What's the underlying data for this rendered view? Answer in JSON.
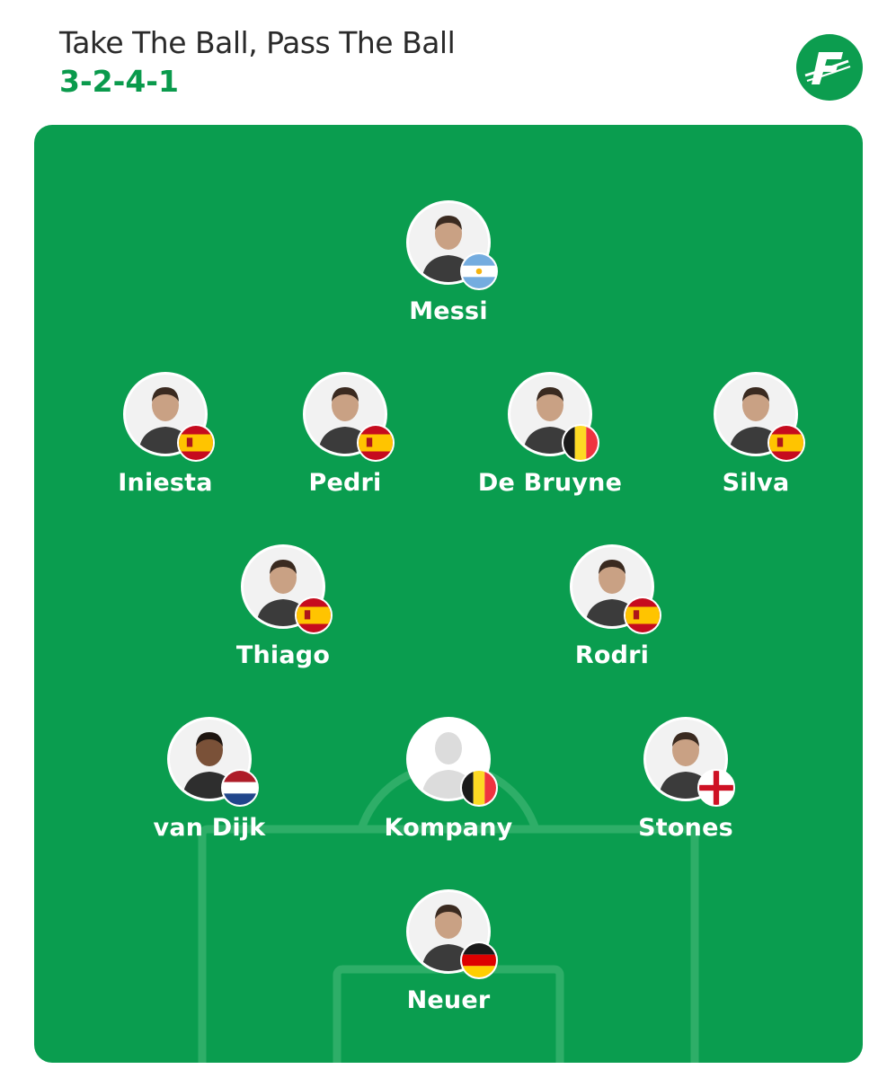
{
  "header": {
    "title": "Take The Ball, Pass The Ball",
    "formation": "3-2-4-1"
  },
  "colors": {
    "pitch": "#0a9d4f",
    "accent": "#0a9a4c",
    "title": "#2a2a2a"
  },
  "logo": {
    "icon": "fotmob-logo-icon"
  },
  "players": {
    "messi": {
      "name": "Messi",
      "flag": "argentina-flag-icon"
    },
    "iniesta": {
      "name": "Iniesta",
      "flag": "spain-flag-icon"
    },
    "pedri": {
      "name": "Pedri",
      "flag": "spain-flag-icon"
    },
    "debruyne": {
      "name": "De Bruyne",
      "flag": "belgium-flag-icon"
    },
    "silva": {
      "name": "Silva",
      "flag": "spain-flag-icon"
    },
    "thiago": {
      "name": "Thiago",
      "flag": "spain-flag-icon"
    },
    "rodri": {
      "name": "Rodri",
      "flag": "spain-flag-icon"
    },
    "vandijk": {
      "name": "van Dijk",
      "flag": "netherlands-flag-icon"
    },
    "kompany": {
      "name": "Kompany",
      "flag": "belgium-flag-icon"
    },
    "stones": {
      "name": "Stones",
      "flag": "england-flag-icon"
    },
    "neuer": {
      "name": "Neuer",
      "flag": "germany-flag-icon"
    }
  }
}
